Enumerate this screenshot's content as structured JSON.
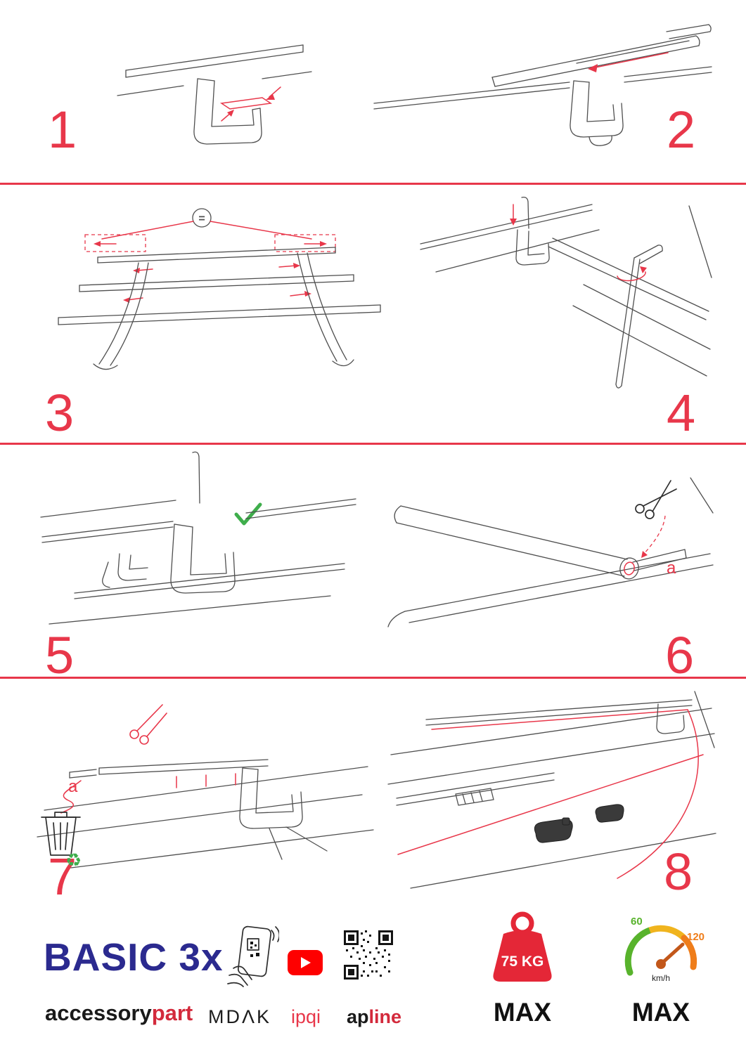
{
  "page": {
    "accent_red": "#e8374a",
    "navy_blue": "#2b2a8f",
    "green": "#3fae4c",
    "line_gray": "#4f4f4f",
    "speed_green": "#58b32c",
    "speed_orange": "#ef7d1a"
  },
  "steps": [
    {
      "number": "1"
    },
    {
      "number": "2"
    },
    {
      "number": "3"
    },
    {
      "number": "4"
    },
    {
      "number": "5"
    },
    {
      "number": "6"
    },
    {
      "number": "7"
    },
    {
      "number": "8"
    }
  ],
  "annotations": {
    "equal_sign": "=",
    "label_a_step6": "a",
    "label_a_step7": "a",
    "recycle_symbol": "♻"
  },
  "icons": {
    "step5": "checkmark-icon",
    "step6": "scissors-icon",
    "step7": [
      "scissors-icon",
      "trash-bin-icon",
      "recycle-icon"
    ],
    "footer": [
      "phone-scan-icon",
      "youtube-icon",
      "qr-code-icon",
      "weight-icon",
      "speedometer-icon"
    ]
  },
  "footer": {
    "product_name": "BASIC 3x",
    "brand_part1": "accessory",
    "brand_part2": "part",
    "logo_mdak": "MDΛK",
    "logo_ipqi": "ipqi",
    "logo_apline_part1": "ap",
    "logo_apline_part2": "line",
    "weight_value": "75 KG",
    "weight_max_label": "MAX",
    "speed_min": "60",
    "speed_max_tick": "120",
    "speed_unit": "km/h",
    "speed_max_label": "MAX"
  }
}
